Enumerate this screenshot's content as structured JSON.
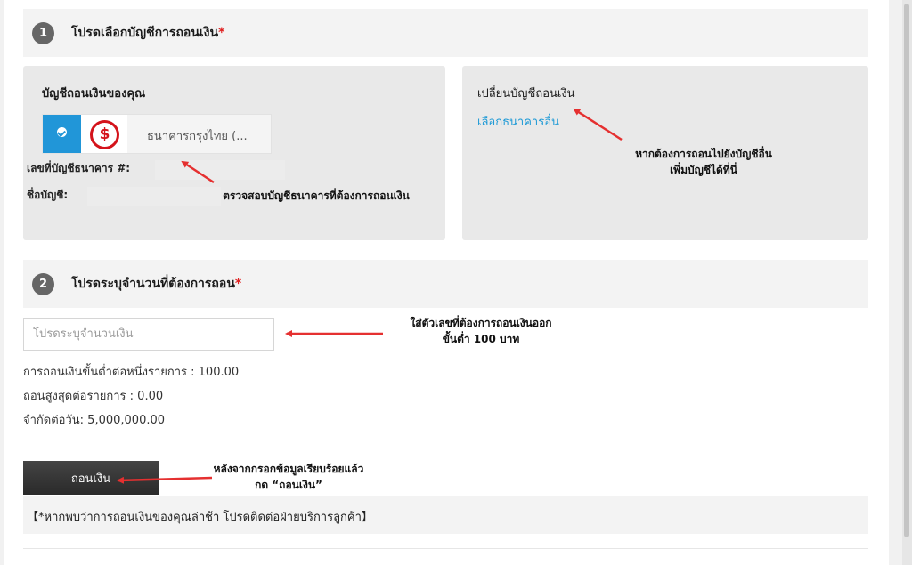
{
  "step1": {
    "number": "1",
    "title": "โปรดเลือกบัญชีการถอนเงิน",
    "required_mark": "*",
    "account_panel": {
      "title": "บัญชีถอนเงินของคุณ",
      "bank_name": "ธนาคารกรุงไทย (...",
      "account_number_label": "เลขที่บัญชีธนาคาร #:",
      "account_name_label": "ชื่อบัญชี:"
    },
    "change_panel": {
      "title": "เปลี่ยนบัญชีถอนเงิน",
      "link": "เลือกธนาคารอื่น"
    }
  },
  "step2": {
    "number": "2",
    "title": "โปรดระบุจำนวนที่ต้องการถอน",
    "required_mark": "*",
    "amount_placeholder": "โปรดระบุจำนวนเงิน",
    "min_per_txn": "การถอนเงินขั้นต่ำต่อหนึ่งรายการ : 100.00",
    "max_per_txn": "ถอนสูงสุดต่อรายการ : 0.00",
    "daily_limit": "จำกัดต่อวัน: 5,000,000.00",
    "withdraw_button": "ถอนเงิน",
    "notice": "【*หากพบว่าการถอนเงินของคุณล่าช้า โปรดติดต่อฝ่ายบริการลูกค้า】"
  },
  "annotations": {
    "check_account": "ตรวจสอบบัญชีธนาคารที่ต้องการถอนเงิน",
    "other_bank_line1": "หากต้องการถอนไปยังบัญชีอื่น",
    "other_bank_line2": "เพิ่มบัญชีได้ที่นี่",
    "amount_line1": "ใส่ตัวเลขที่ต้องการถอนเงินออก",
    "amount_line2": "ขั้นต่ำ 100 บาท",
    "button_line1": "หลังจากกรอกข้อมูลเรียบร้อยแล้ว",
    "button_line2": "กด “ถอนเงิน”"
  },
  "colors": {
    "accent_blue": "#1e9ad6",
    "check_blue": "#2196d8",
    "bank_red": "#d4131b",
    "arrow_red": "#e53030",
    "required_red": "#e02020"
  },
  "icons": {
    "check": "check-icon",
    "bank_logo": "dollar-circle-icon"
  }
}
